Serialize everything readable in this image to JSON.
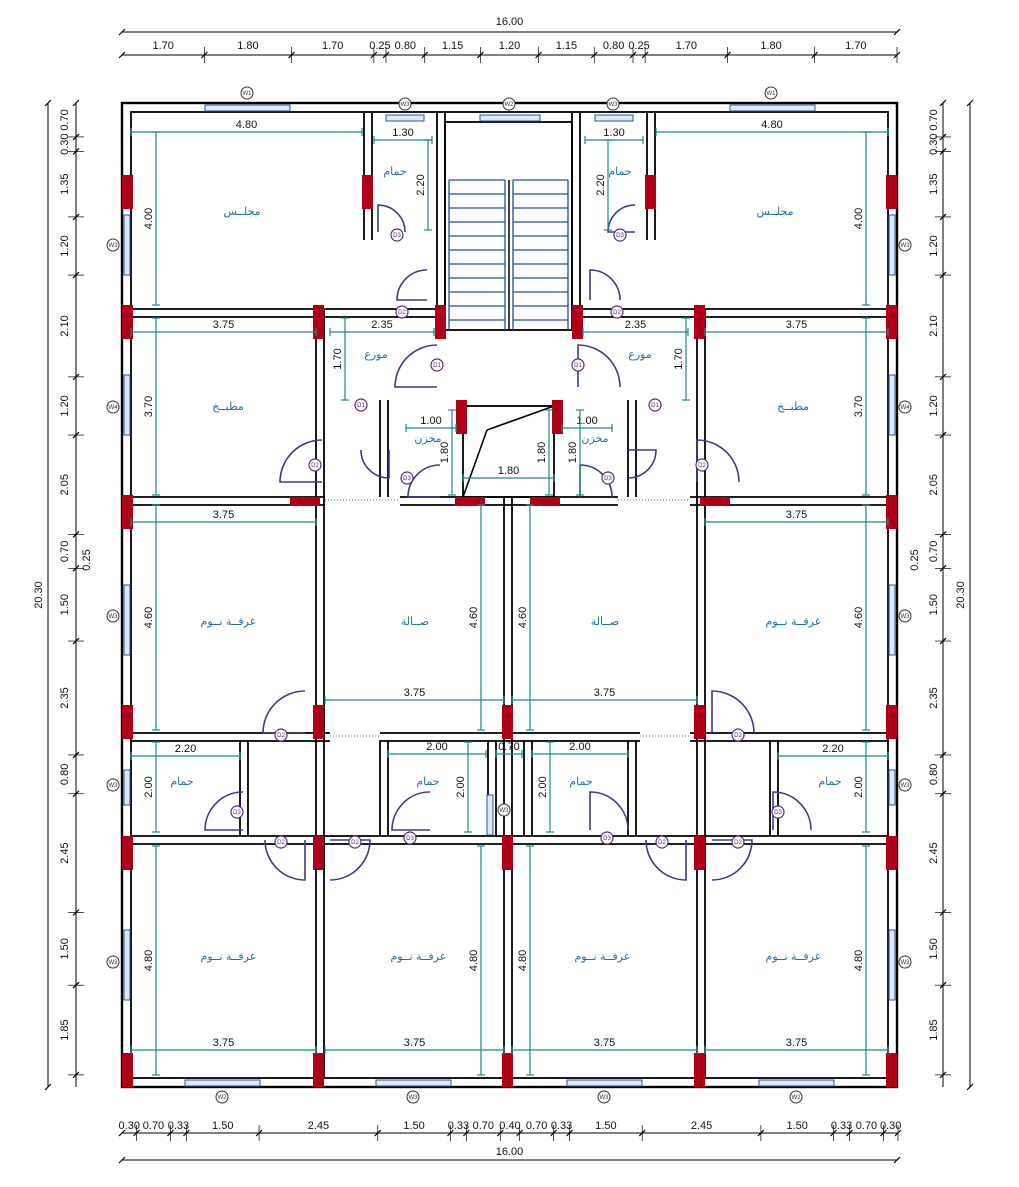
{
  "dims": {
    "total_width": "16.00",
    "total_height": "20.30",
    "top": [
      "1.70",
      "1.80",
      "1.70",
      "0.25",
      "0.80",
      "1.15",
      "1.20",
      "1.15",
      "0.80",
      "0.25",
      "1.70",
      "1.80",
      "1.70"
    ],
    "bottom": [
      "0.30",
      "0.70",
      "0.33",
      "1.50",
      "2.45",
      "1.50",
      "0.33",
      "0.70",
      "0.40",
      "0.70",
      "0.33",
      "1.50",
      "2.45",
      "1.50",
      "0.33",
      "0.70",
      "0.30"
    ],
    "left": [
      "0.70",
      "0.30",
      "1.35",
      "1.20",
      "2.10",
      "1.20",
      "2.05",
      "0.70",
      "1.50",
      "2.35",
      "0.80",
      "2.45",
      "1.50",
      "1.85"
    ],
    "right": [
      "0.70",
      "0.30",
      "1.35",
      "1.20",
      "2.10",
      "1.20",
      "2.05",
      "0.70",
      "1.50",
      "2.35",
      "0.80",
      "2.45",
      "1.50",
      "1.85"
    ],
    "small_left": "0.25",
    "small_right": "0.25"
  },
  "rooms": {
    "majlis": "مجلــس",
    "bath": "حمام",
    "kitchen": "مطبــخ",
    "corridor": "موزع",
    "store": "مخزن",
    "bedroom": "غرفــة نــوم",
    "hall": "صــالة"
  },
  "inner": {
    "majlis_w": "4.80",
    "majlis_h": "4.00",
    "bath_top_w": "1.30",
    "bath_top_h": "2.20",
    "kitchen_w": "3.75",
    "kitchen_h": "3.70",
    "corridor_w": "2.35",
    "corridor_h": "1.70",
    "store_w": "1.00",
    "store_h": "1.80",
    "stair_w": "1.80",
    "stair_h": "1.80",
    "room_w": "3.75",
    "room_h": "4.60",
    "hall_w": "3.75",
    "hall_h": "4.60",
    "bath_w": "2.20",
    "bath_h": "2.00",
    "bath_mid_w": "2.00",
    "bath_mid_h": "2.00",
    "duct_w": "0.70",
    "bed_w": "3.75",
    "bed_h": "4.80"
  },
  "tags": {
    "door1": "D1",
    "door2": "D2",
    "door3": "D3",
    "window1": "W1",
    "window2": "W2",
    "window3": "W3",
    "window4": "W4"
  }
}
